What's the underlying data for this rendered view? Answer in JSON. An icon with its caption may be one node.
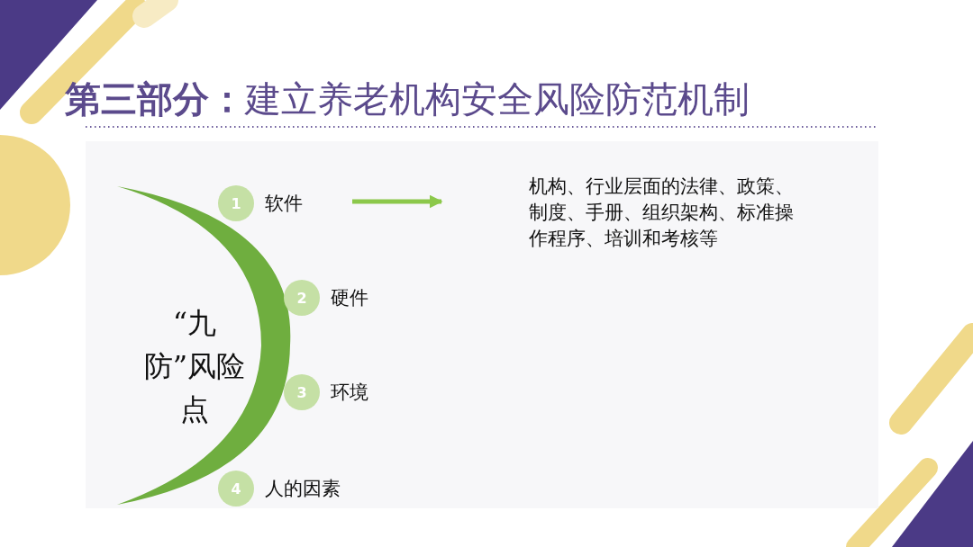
{
  "diagram": {
    "title": "**第三部分：**建立养老机构安全风险防范机制",
    "nodes": [
      {
        "text": [
          "“九防”风险点"
        ]
      },
      {
        "text": [
          "1"
        ],
        "beside": [
          "软件"
        ]
      },
      {
        "text": [
          "2"
        ],
        "beside": [
          "硬件"
        ]
      },
      {
        "text": [
          "3"
        ],
        "beside": [
          "环境"
        ]
      },
      {
        "text": [
          "4"
        ],
        "beside": [
          "人的因素"
        ]
      },
      {
        "text": [
          "机构、行业层面的法律、政策、制度、手册、组织架构、标准操作程序、培训和考核等"
        ]
      }
    ],
    "edges": [
      {
        "from": 1,
        "to": 5,
        "arrow": "to"
      }
    ]
  }
}
